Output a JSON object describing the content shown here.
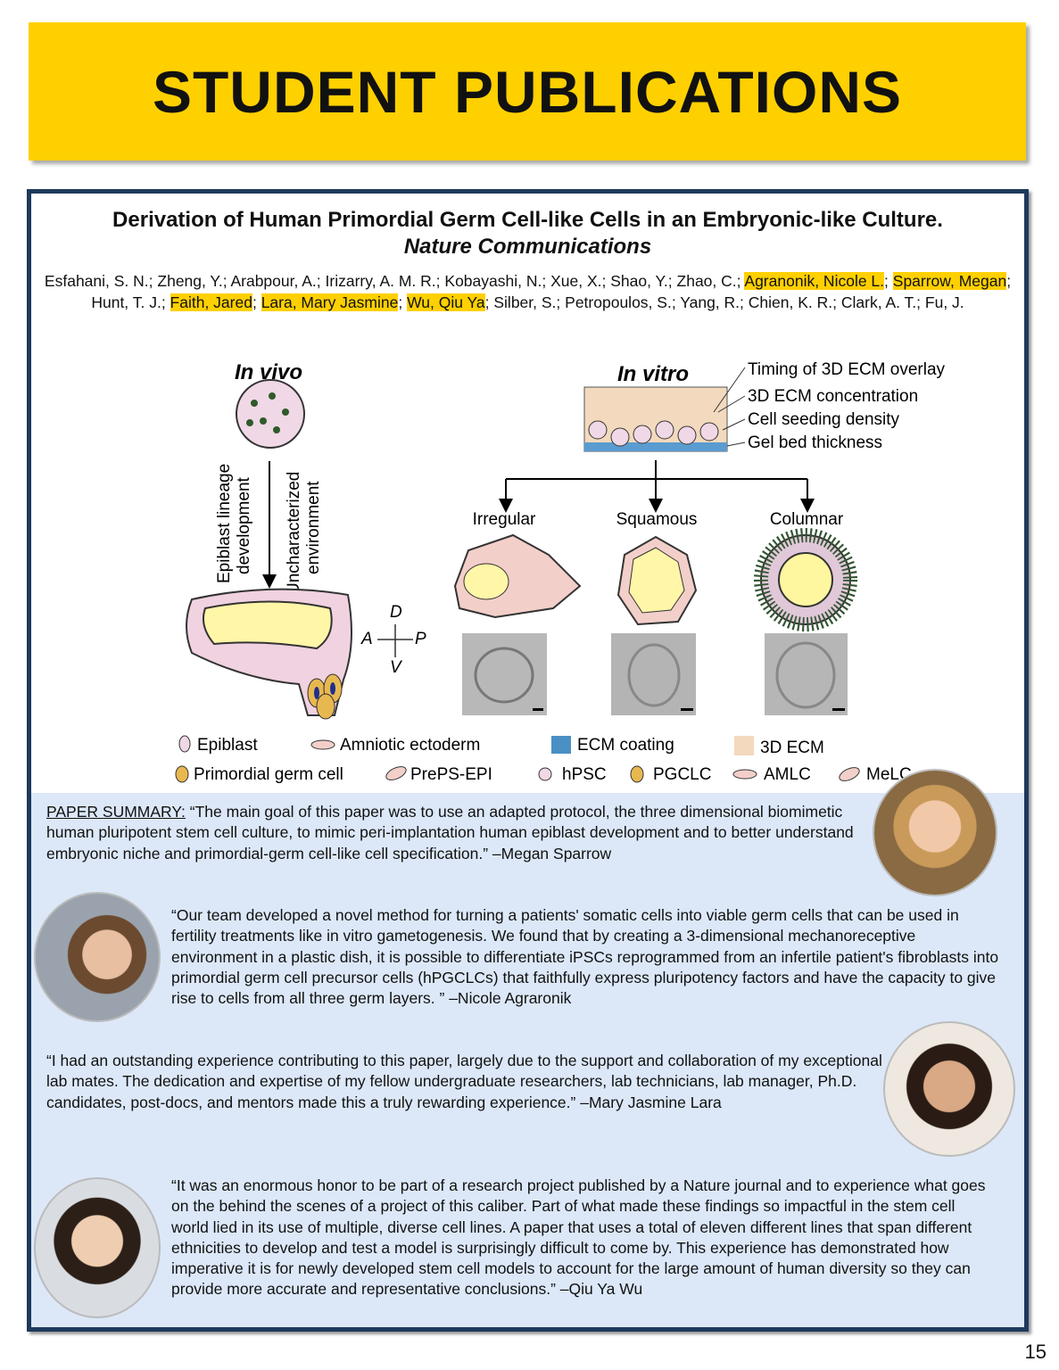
{
  "banner": {
    "title": "STUDENT PUBLICATIONS"
  },
  "paper": {
    "title": "Derivation of Human Primordial Germ Cell-like Cells in an Embryonic-like Culture.",
    "journal": "Nature Communications",
    "authors": [
      {
        "name": "Esfahani, S. N.",
        "hl": false
      },
      {
        "name": "Zheng, Y.",
        "hl": false
      },
      {
        "name": "Arabpour, A.",
        "hl": false
      },
      {
        "name": "Irizarry, A. M. R.",
        "hl": false
      },
      {
        "name": "Kobayashi, N.",
        "hl": false
      },
      {
        "name": "Xue, X.",
        "hl": false
      },
      {
        "name": "Shao, Y.",
        "hl": false
      },
      {
        "name": "Zhao, C.",
        "hl": false
      },
      {
        "name": "Agranonik, Nicole L.",
        "hl": true
      },
      {
        "name": "Sparrow, Megan",
        "hl": true
      },
      {
        "name": "Hunt, T. J.",
        "hl": false
      },
      {
        "name": "Faith, Jared",
        "hl": true
      },
      {
        "name": "Lara, Mary Jasmine",
        "hl": true
      },
      {
        "name": "Wu, Qiu Ya",
        "hl": true
      },
      {
        "name": "Silber, S.",
        "hl": false
      },
      {
        "name": "Petropoulos, S.",
        "hl": false
      },
      {
        "name": "Yang, R.",
        "hl": false
      },
      {
        "name": "Chien, K. R.",
        "hl": false
      },
      {
        "name": "Clark, A. T.",
        "hl": false
      },
      {
        "name": "Fu, J.",
        "hl": false
      }
    ]
  },
  "figure": {
    "in_vivo": "In vivo",
    "in_vitro": "In vitro",
    "axis_left_1": "Epiblast lineage",
    "axis_left_2": "development",
    "axis_right_1": "Uncharacterized",
    "axis_right_2": "environment",
    "params": [
      "Timing of 3D ECM overlay",
      "3D ECM concentration",
      "Cell seeding density",
      "Gel bed thickness"
    ],
    "outcomes": [
      "Irregular",
      "Squamous",
      "Columnar"
    ],
    "compass": {
      "d": "D",
      "a": "A",
      "p": "P",
      "v": "V"
    },
    "legend_row1": [
      "Epiblast",
      "Amniotic ectoderm",
      "ECM coating",
      "3D ECM"
    ],
    "legend_row2": [
      "Primordial germ cell",
      "PrePS-EPI",
      "hPSC",
      "PGCLC",
      "AMLC",
      "MeLC"
    ]
  },
  "summary": {
    "label": "PAPER SUMMARY:",
    "text": " “The main goal of this paper was to use an adapted protocol, the three dimensional biomimetic human pluripotent stem cell culture, to mimic peri-implantation human epiblast development and to better understand embryonic niche and primordial-germ cell-like cell specification.” –Megan Sparrow"
  },
  "quotes": [
    "“Our team developed a novel method for turning a patients' somatic cells into viable germ cells that can be used in fertility treatments like in vitro gametogenesis. We found that by creating a 3-dimensional mechanoreceptive environment in a plastic dish, it is possible to differentiate iPSCs reprogrammed from an infertile patient's fibroblasts into primordial germ cell precursor cells (hPGCLCs) that faithfully express pluripotency factors and have the capacity to give rise to  cells from all three germ layers. ” –Nicole Agraronik",
    "“I had an outstanding experience contributing to this paper, largely due to the support and collaboration of my exceptional lab mates. The dedication and expertise of my fellow undergraduate researchers, lab technicians, lab manager, Ph.D. candidates, post-docs, and mentors made this a truly rewarding experience.” –Mary Jasmine Lara",
    "“It was an enormous honor to be part of a research project published by a Nature journal and to experience what goes on the behind the scenes of a project of this caliber. Part of what made these findings so impactful in the stem cell world lied in its use of multiple, diverse cell lines. A paper that uses a total of eleven different lines that span different ethnicities to develop and test a model is surprisingly difficult to come by. This experience has demonstrated how imperative it is for newly developed stem cell models to account for the large amount of human diversity so they can provide more accurate and representative conclusions.” –Qiu Ya Wu"
  ],
  "page_number": "15",
  "colors": {
    "yellow": "#FFD000",
    "navy": "#1d3a5c",
    "light_blue": "#dce8f8"
  }
}
